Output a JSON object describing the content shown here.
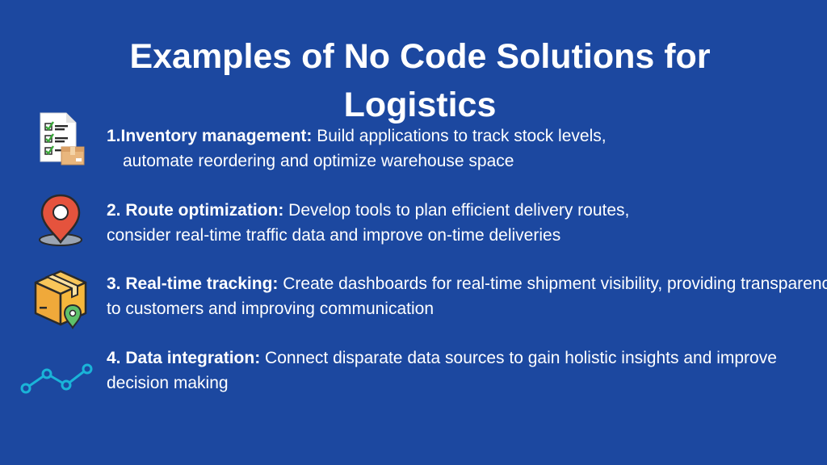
{
  "slide": {
    "title_line1": "Examples of No Code Solutions for",
    "title_line2": "Logistics",
    "items": [
      {
        "heading": "1.Inventory management:",
        "line1": " Build applications to track stock levels,",
        "line2": "automate reordering and optimize warehouse space",
        "icon": "inventory-checklist-icon"
      },
      {
        "heading": "2. Route optimization:",
        "line1": " Develop tools to plan efficient delivery routes,",
        "line2": "consider real-time traffic data and improve on-time deliveries",
        "icon": "map-pin-icon"
      },
      {
        "heading": "3. Real-time tracking:",
        "line1": " Create dashboards for real-time shipment visibility, providing transparency",
        "line2": "to customers and improving communication",
        "icon": "package-location-icon"
      },
      {
        "heading": "4. Data integration:",
        "line1": " Connect disparate data sources to gain holistic insights and improve",
        "line2": "decision making",
        "icon": "line-graph-icon"
      }
    ]
  },
  "colors": {
    "background": "#1c48a0",
    "text": "#ffffff",
    "pin_red": "#e5533d",
    "box_yellow": "#f6b73c",
    "graph_teal": "#1ab4d8"
  }
}
